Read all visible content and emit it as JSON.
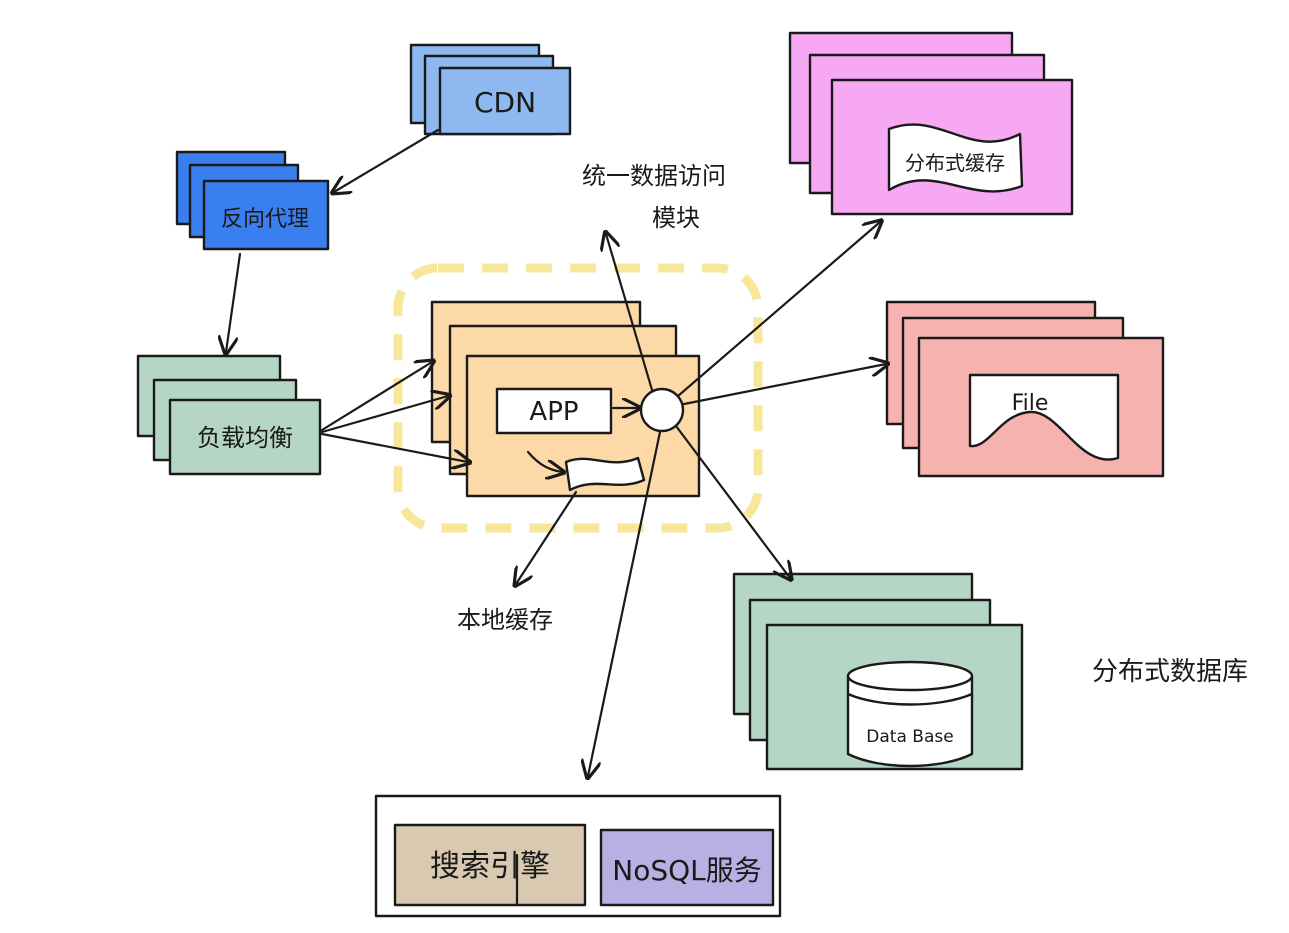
{
  "nodes": {
    "cdn": {
      "label": "CDN",
      "color": "#8db8f0"
    },
    "reverse_proxy": {
      "label": "反向代理",
      "color": "#3a7ff0"
    },
    "load_balancer": {
      "label": "负载均衡",
      "color": "#b5d6c4"
    },
    "app": {
      "label": "APP",
      "color": "#fcd9a6"
    },
    "distributed_cache": {
      "label": "分布式缓存",
      "color": "#f7a8f2"
    },
    "file": {
      "label": "File",
      "color": "#f6b2ae"
    },
    "database": {
      "label": "Data Base",
      "color": "#b5d6c4"
    },
    "search_engine": {
      "label": "搜索引擎",
      "color": "#d8c9b0"
    },
    "nosql": {
      "label": "NoSQL服务",
      "color": "#b7b1e3"
    }
  },
  "annotations": {
    "data_access_module_line1": "统一数据访问",
    "data_access_module_line2": "模块",
    "local_cache": "本地缓存",
    "distributed_database": "分布式数据库"
  },
  "colors": {
    "dashed_group": "#f7e79a",
    "ink": "#1a1a1a"
  }
}
